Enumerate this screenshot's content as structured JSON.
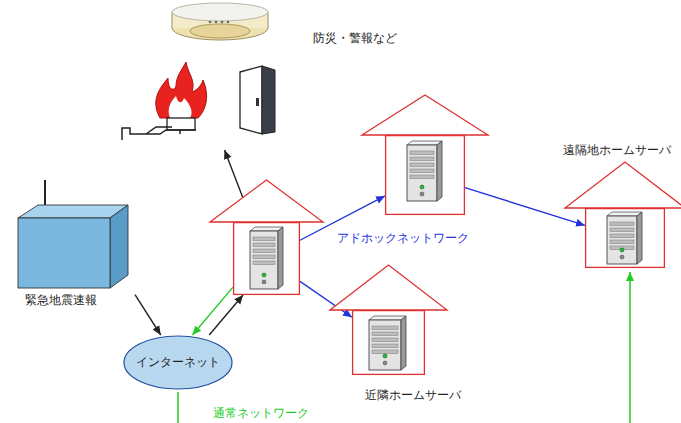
{
  "diagram": {
    "nodes": [
      {
        "text": [
          "防災・警報など"
        ]
      },
      {
        "text": [
          "緊急地震速報"
        ]
      },
      {
        "text": [
          "インターネット"
        ]
      },
      {
        "text": []
      },
      {
        "text": []
      },
      {
        "text": [
          "近隣ホームサーバ"
        ]
      },
      {
        "text": [
          "遠隔地ホームサーバ"
        ]
      }
    ],
    "edges": [
      {
        "from": 1,
        "to": 2,
        "arrow": "to"
      },
      {
        "from": 2,
        "to": 3,
        "arrow": "to"
      },
      {
        "from": 3,
        "to": 2,
        "arrow": "to"
      },
      {
        "from": 3,
        "to": 0,
        "arrow": "to"
      },
      {
        "from": 3,
        "to": 4,
        "arrow": "to"
      },
      {
        "from": 3,
        "to": 5,
        "arrow": "to"
      },
      {
        "from": 4,
        "to": 6,
        "arrow": "to"
      }
    ],
    "labels": [
      "アドホックネットワーク",
      "通常ネットワーク"
    ]
  }
}
